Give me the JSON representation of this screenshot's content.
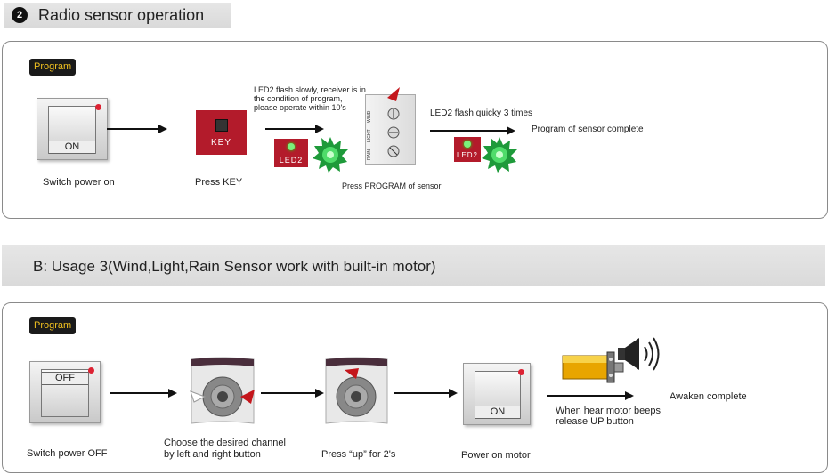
{
  "section1": {
    "number": "2",
    "title": "Radio sensor operation",
    "program_label": "Program",
    "switch_word": "ON",
    "switch_caption": "Switch power on",
    "key_word": "KEY",
    "key_caption": "Press  KEY",
    "flash_note_1": "LED2 flash slowly, receiver is in",
    "flash_note_2": " the condition of program,",
    "flash_note_3": "please operate within 10's",
    "led_word": "LED2",
    "sensor_caption": "Press  PROGRAM of sensor",
    "sensor_labels": [
      "WIND",
      "LIGHT",
      "RAIN"
    ],
    "quick_flash_note": "LED2 flash quicky 3 times",
    "complete_note": "Program of sensor complete"
  },
  "section2": {
    "title": "B: Usage 3(Wind,Light,Rain Sensor work with  built-in motor)",
    "program_label": "Program",
    "switch_off_word": "OFF",
    "switch_off_caption": "Switch power OFF",
    "channel_caption_1": "Choose the desired channel",
    "channel_caption_2": "by left and right button",
    "press_up_caption": "Press “up” for 2's",
    "switch_on_word": "ON",
    "power_on_caption": "Power on motor",
    "beep_note_1": "When hear motor beeps",
    "beep_note_2": "release UP button",
    "awaken_note": "Awaken complete"
  },
  "colors": {
    "accent_red": "#b31b2b",
    "led_green": "#27a844",
    "program_text": "#f0c020"
  }
}
